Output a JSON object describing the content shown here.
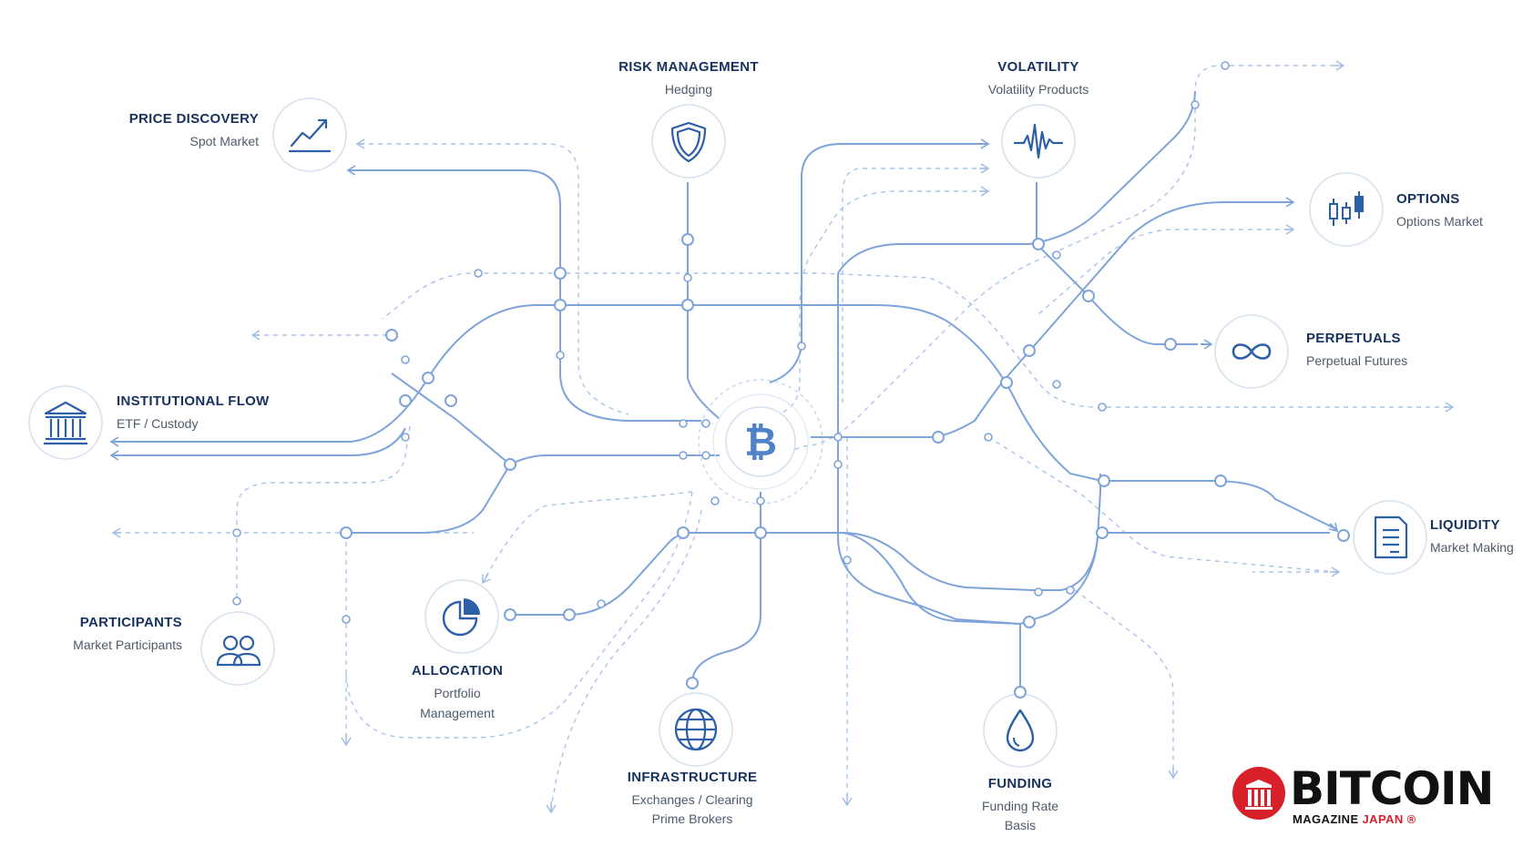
{
  "nodes": {
    "price_discovery": {
      "title": "PRICE DISCOVERY",
      "subtitle": "Spot Market"
    },
    "risk_management": {
      "title": "RISK MANAGEMENT",
      "subtitle": "Hedging"
    },
    "volatility": {
      "title": "VOLATILITY",
      "subtitle": "Volatility Products"
    },
    "options": {
      "title": "OPTIONS",
      "subtitle": "Options Market"
    },
    "perpetuals": {
      "title": "PERPETUALS",
      "subtitle": "Perpetual Futures"
    },
    "institutional_flow": {
      "title": "INSTITUTIONAL FLOW",
      "subtitle": "ETF / Custody"
    },
    "liquidity": {
      "title": "LIQUIDITY",
      "subtitle": "Market Making"
    },
    "participants": {
      "title": "PARTICIPANTS",
      "subtitle": "Market Participants"
    },
    "allocation": {
      "title": "ALLOCATION",
      "subtitle_line1": "Portfolio",
      "subtitle_line2": "Management"
    },
    "infrastructure": {
      "title": "INFRASTRUCTURE",
      "subtitle_line1": "Exchanges / Clearing",
      "subtitle_line2": "Prime Brokers"
    },
    "funding": {
      "title": "FUNDING",
      "subtitle_line1": "Funding Rate",
      "subtitle_line2": "Basis"
    }
  },
  "hub": {
    "icon": "bitcoin-icon"
  },
  "brand": {
    "word": "BITCOIN",
    "sub_prefix": "MAGAZINE ",
    "sub_suffix": "JAPAN ®"
  },
  "colors": {
    "line": "#7fa4d9",
    "line_light": "#b4cdee",
    "icon": "#2c5fa8",
    "title": "#17325e",
    "subtitle": "#4d5b6b",
    "brand_red": "#d8202a"
  },
  "icons": [
    "trend-up-icon",
    "shield-icon",
    "waveform-icon",
    "candlestick-icon",
    "infinity-icon",
    "bank-icon",
    "document-icon",
    "users-icon",
    "pie-chart-icon",
    "globe-icon",
    "droplet-icon"
  ]
}
